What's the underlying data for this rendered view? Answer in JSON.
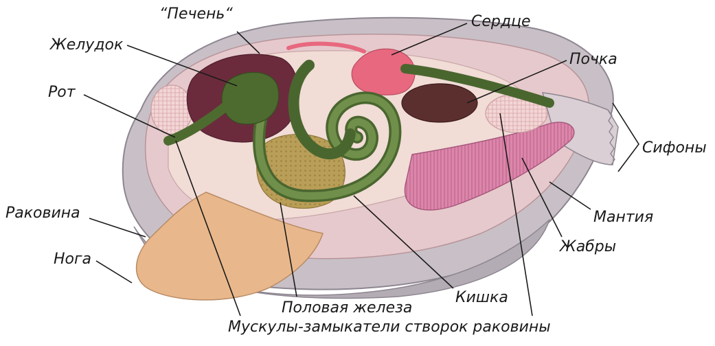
{
  "labels": {
    "liver": "“Печень“",
    "heart": "Сердце",
    "stomach": "Желудок",
    "kidney": "Почка",
    "mouth": "Рот",
    "siphons": "Сифоны",
    "shell": "Раковина",
    "mantle": "Мантия",
    "foot": "Нога",
    "gills": "Жабры",
    "intestine": "Кишка",
    "gonad": "Половая железа",
    "muscles": "Мускулы-замыкатели створок раковины"
  },
  "colors": {
    "shell": "#c9c2c8",
    "mantle": "#e8c8cc",
    "body": "#efd6d2",
    "foot": "#e9b98e",
    "gills": "#d77fa6",
    "intestine": "#5d7a3e",
    "stomach": "#4d6b2f",
    "liver": "#6a2a3c",
    "heart": "#e66a80",
    "kidney": "#5a2e2e",
    "gonad": "#b59a52",
    "muscle": "#ecc9c9"
  }
}
